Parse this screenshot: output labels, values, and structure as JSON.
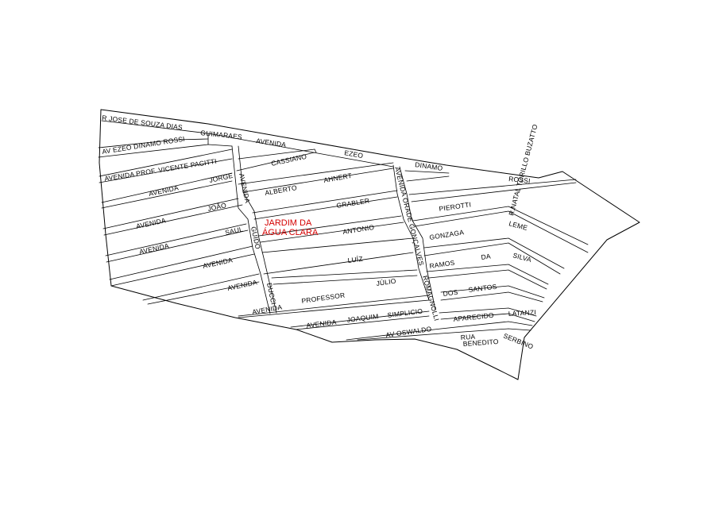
{
  "map": {
    "title_line1": "JARDIM  DA",
    "title_line2": "ÁGUA CLARA",
    "title_color": "#d40000",
    "line_color": "#000000",
    "labels": {
      "r_jose_souza_dias": "R JOSE  DE SOUZA DIAS",
      "av_ezeo_dinamo_rossi": "AV  EZEO  DINAMO  ROSSI",
      "guimaraes": "GUIMARAES",
      "avenida_top": "AVENIDA",
      "ezeo": "EZEO",
      "dinamo": "DINAMO",
      "rossi": "ROSSI",
      "avenida_prof_vicente_pacitti": "AVENIDA    PROF.    VICENTE    PACITTI",
      "cassiano": "CASSIANO",
      "avenida_jorge": "AVENIDA",
      "jorge": "JORGE",
      "avenida_vertical_1": "AVENIDA",
      "alberto": "ALBERTO",
      "ahnert": "AHNERT",
      "avenida_orade_goncalves": "AVENIDA   ORADE   GONÇALVES",
      "avenida_joao": "AVENIDA",
      "joao": "JOÃO",
      "grabler": "GRABLER",
      "pierotti": "PIEROTTI",
      "r_natal_torillo_buzatto": "R.NATAL TORILLO BUZATTO",
      "avenida_saul": "AVENIDA",
      "saul": "SAUL",
      "guido": "GUIDO",
      "antonio": "ANTONIO",
      "gonzaga": "GONZAGA",
      "leme": "LEME",
      "avenida_luiz": "AVENIDA",
      "luiz": "LUÍZ",
      "ramos": "RAMOS",
      "da": "DA",
      "silva": "SILVA",
      "avenida_ducci": "AVENIDA",
      "ducci": "DUCCI",
      "julio": "JÚLIO",
      "romagnolli": "ROMAGNOLLI",
      "avenida_professor": "AVENIDA",
      "professor": "PROFESSOR",
      "dos": "DOS",
      "santos": "SANTOS",
      "avenida_joaquim": "AVENIDA",
      "joaquim": "JOAQUIM",
      "simplicio": "SIMPLICIO",
      "aparecido": "APARECIDO",
      "latanzi": "LATANZI",
      "av_oswaldo": "AV   OSWALDO",
      "rua": "RUA",
      "benedito": "BENEDITO",
      "serbino": "SERBINO"
    }
  }
}
